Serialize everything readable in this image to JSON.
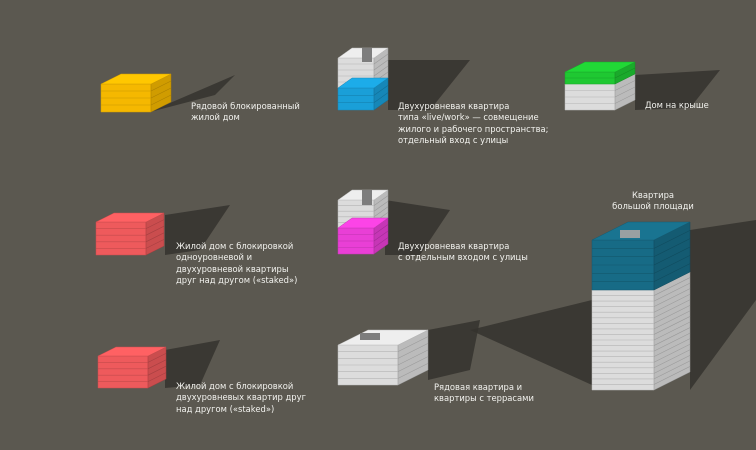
{
  "labels": {
    "row_house": "Рядовой блокированный\nжилой дом",
    "live_work": "Двухуровневая квартира\nтипа «live/work» — совмещение\nжилого и рабочего пространства;\nотдельный вход с улицы",
    "roof_house": "Дом на крыше",
    "stacked_single_duplex": "Жилой дом с блокировкой\nодноуровневой и\nдвухуровневой квартиры\nдруг над другом («staked»)",
    "duplex_street_entry": "Двухуровневая квартира\nс отдельным входом с улицы",
    "large_apartment": "Квартира\nбольшой площади",
    "stacked_duplex": "Жилой дом с блокировкой\nдвухуровневых квартир друг\nнад другом («staked»)",
    "terrace": "Рядовая квартира и\nквартиры с террасами"
  },
  "colors": {
    "background": "#5b5850",
    "yellow": "#f5b800",
    "blue": "#1a9fd8",
    "green": "#1fc832",
    "red": "#ee5a5c",
    "magenta": "#e93fd6",
    "teal": "#176b86",
    "gray": "#dcdcdc",
    "shadow": "#35332e"
  }
}
